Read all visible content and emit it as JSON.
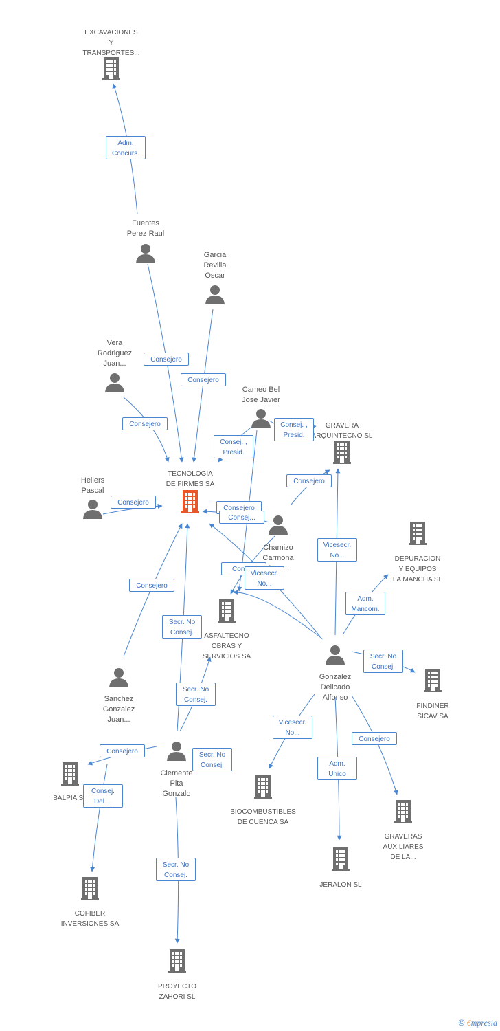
{
  "colors": {
    "edge": "#4a86d0",
    "company": "#6f6f6f",
    "focus": "#e8562a",
    "person": "#6f6f6f"
  },
  "nodes": [
    {
      "id": "excavaciones",
      "kind": "company",
      "label": [
        "EXCAVACIONES",
        "Y",
        "TRANSPORTES..."
      ]
    },
    {
      "id": "fuentes",
      "kind": "person",
      "label": [
        "Fuentes",
        "Perez Raul"
      ]
    },
    {
      "id": "garcia",
      "kind": "person",
      "label": [
        "Garcia",
        "Revilla",
        "Oscar"
      ]
    },
    {
      "id": "vera",
      "kind": "person",
      "label": [
        "Vera",
        "Rodriguez",
        "Juan..."
      ]
    },
    {
      "id": "cameo",
      "kind": "person",
      "label": [
        "Cameo Bel",
        "Jose Javier"
      ]
    },
    {
      "id": "gravera",
      "kind": "company",
      "label": [
        "GRAVERA",
        "ARQUINTECNO SL"
      ]
    },
    {
      "id": "tecnologia",
      "kind": "focus",
      "label": [
        "TECNOLOGIA",
        "DE FIRMES SA"
      ]
    },
    {
      "id": "hellers",
      "kind": "person",
      "label": [
        "Hellers",
        "Pascal"
      ]
    },
    {
      "id": "chamizo",
      "kind": "person",
      "label": [
        "Chamizo",
        "Carmona",
        "Jose..."
      ]
    },
    {
      "id": "depuracion",
      "kind": "company",
      "label": [
        "DEPURACION",
        "Y EQUIPOS",
        "LA MANCHA SL"
      ]
    },
    {
      "id": "asfaltecno",
      "kind": "company",
      "label": [
        "ASFALTECNO",
        "OBRAS Y",
        "SERVICIOS SA"
      ]
    },
    {
      "id": "gonzalez",
      "kind": "person",
      "label": [
        "Gonzalez",
        "Delicado",
        "Alfonso"
      ]
    },
    {
      "id": "findiner",
      "kind": "company",
      "label": [
        "FINDINER",
        "SICAV SA"
      ]
    },
    {
      "id": "sanchez",
      "kind": "person",
      "label": [
        "Sanchez",
        "Gonzalez",
        "Juan..."
      ]
    },
    {
      "id": "clemente",
      "kind": "person",
      "label": [
        "Clemente",
        "Pita",
        "Gonzalo"
      ]
    },
    {
      "id": "balpia",
      "kind": "company",
      "label": [
        "BALPIA SL"
      ]
    },
    {
      "id": "biocombustibles",
      "kind": "company",
      "label": [
        "BIOCOMBUSTIBLES",
        "DE CUENCA SA"
      ]
    },
    {
      "id": "graveras",
      "kind": "company",
      "label": [
        "GRAVERAS",
        "AUXILIARES",
        "DE LA..."
      ]
    },
    {
      "id": "jeralon",
      "kind": "company",
      "label": [
        "JERALON SL"
      ]
    },
    {
      "id": "cofiber",
      "kind": "company",
      "label": [
        "COFIBER",
        "INVERSIONES SA"
      ]
    },
    {
      "id": "proyecto",
      "kind": "company",
      "label": [
        "PROYECTO",
        "ZAHORI SL"
      ]
    }
  ],
  "edges": [
    {
      "from": "fuentes",
      "to": "excavaciones",
      "label": [
        "Adm.",
        "Concurs."
      ]
    },
    {
      "from": "fuentes",
      "to": "tecnologia",
      "label": [
        "Consejero"
      ]
    },
    {
      "from": "garcia",
      "to": "tecnologia",
      "label": [
        "Consejero"
      ]
    },
    {
      "from": "vera",
      "to": "tecnologia",
      "label": [
        "Consejero"
      ]
    },
    {
      "from": "cameo",
      "to": "tecnologia",
      "label": [
        "Consej. ,",
        "Presid."
      ]
    },
    {
      "from": "cameo",
      "to": "gravera",
      "label": [
        "Consej. ,",
        "Presid."
      ]
    },
    {
      "from": "cameo",
      "to": "asfaltecno",
      "label": [
        "Consej."
      ]
    },
    {
      "from": "hellers",
      "to": "tecnologia",
      "label": [
        "Consejero"
      ]
    },
    {
      "from": "chamizo",
      "to": "tecnologia",
      "label": [
        "Consejero"
      ]
    },
    {
      "from": "chamizo",
      "to": "gravera",
      "label": [
        "Consejero"
      ]
    },
    {
      "from": "chamizo",
      "to": "asfaltecno",
      "label": [
        "Consej..."
      ]
    },
    {
      "from": "gonzalez",
      "to": "tecnologia",
      "label": []
    },
    {
      "from": "gonzalez",
      "to": "asfaltecno",
      "label": [
        "Vicesecr.",
        "No..."
      ]
    },
    {
      "from": "gonzalez",
      "to": "gravera",
      "label": [
        "Vicesecr.",
        "No..."
      ]
    },
    {
      "from": "gonzalez",
      "to": "depuracion",
      "label": [
        "Adm.",
        "Mancom."
      ]
    },
    {
      "from": "gonzalez",
      "to": "findiner",
      "label": [
        "Secr. No",
        "Consej."
      ]
    },
    {
      "from": "gonzalez",
      "to": "biocombustibles",
      "label": [
        "Vicesecr.",
        "No..."
      ]
    },
    {
      "from": "gonzalez",
      "to": "jeralon",
      "label": [
        "Adm.",
        "Unico"
      ]
    },
    {
      "from": "gonzalez",
      "to": "graveras",
      "label": [
        "Consejero"
      ]
    },
    {
      "from": "sanchez",
      "to": "tecnologia",
      "label": [
        "Consejero"
      ]
    },
    {
      "from": "clemente",
      "to": "tecnologia",
      "label": [
        "Secr. No",
        "Consej."
      ]
    },
    {
      "from": "clemente",
      "to": "asfaltecno",
      "label": [
        "Secr. No",
        "Consej."
      ]
    },
    {
      "from": "clemente",
      "to": "balpia",
      "label": [
        "Consejero"
      ]
    },
    {
      "from": "clemente",
      "to": "cofiber",
      "label": [
        "Consej.",
        "Del...."
      ]
    },
    {
      "from": "clemente",
      "to": "proyecto",
      "label": [
        "Secr. No",
        "Consej."
      ]
    },
    {
      "from": "clemente",
      "to": "balpia2",
      "label": [
        "Secr. No",
        "Consej."
      ]
    }
  ],
  "footer": {
    "copyright": "©",
    "brand_e": "€",
    "brand_rest": "mpresia"
  }
}
